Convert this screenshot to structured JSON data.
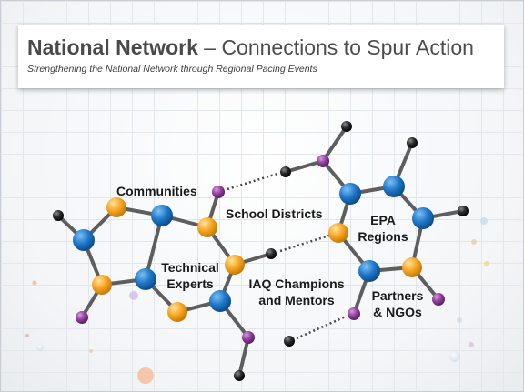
{
  "header": {
    "title_bold": "National Network",
    "title_rest": " – Connections to Spur Action",
    "subtitle": "Strengthening the National Network through Regional Pacing Events"
  },
  "labels": {
    "communities": "Communities",
    "school_districts": "School Districts",
    "epa_line1": "EPA",
    "epa_line2": "Regions",
    "technical_line1": "Technical",
    "technical_line2": "Experts",
    "iaq_line1": "IAQ Champions",
    "iaq_line2": "and Mentors",
    "partners_line1": "Partners",
    "partners_line2": "& NGOs"
  },
  "colors": {
    "blue_node": "#1f78c8",
    "orange_node": "#f7a520",
    "purple_node": "#8e3f9a",
    "black_node": "#1e1e1e",
    "bond": "#5e5e5e"
  }
}
